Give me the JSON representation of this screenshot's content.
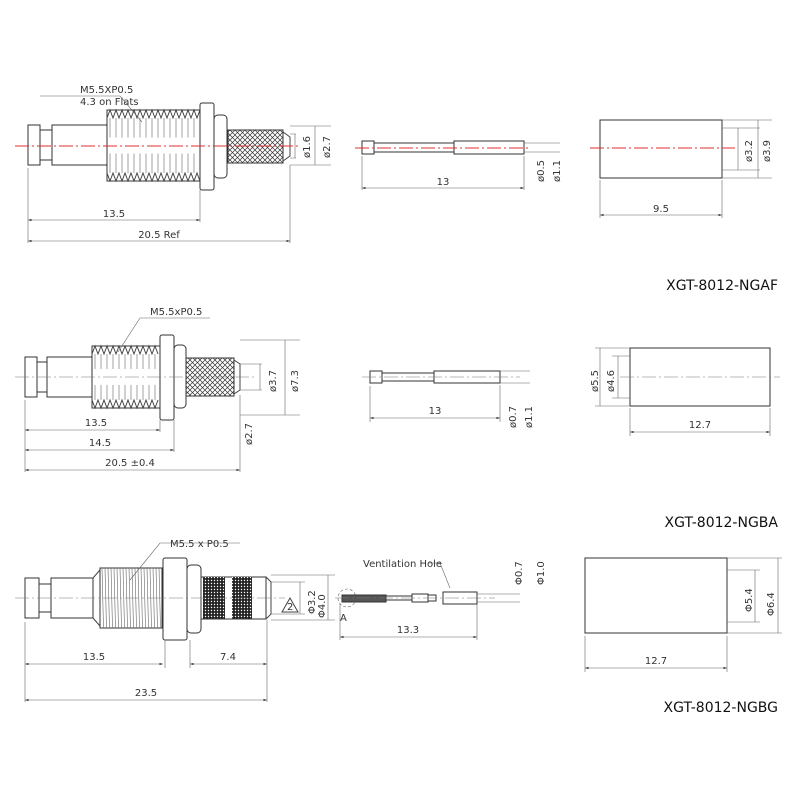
{
  "colors": {
    "centerline": "#e03030",
    "line": "#333333"
  },
  "rows": [
    {
      "part": "XGT-8012-NGAF",
      "connector": {
        "thread": "M5.5XP0.5",
        "flats": "4.3 on Flats",
        "d_inner": "ø1.6",
        "d_outer": "ø2.7",
        "len1": "13.5",
        "len2": "20.5  Ref"
      },
      "pin": {
        "len": "13",
        "d1": "ø0.5",
        "d2": "ø1.1"
      },
      "sleeve": {
        "len": "9.5",
        "d1": "ø3.2",
        "d2": "ø3.9"
      }
    },
    {
      "part": "XGT-8012-NGBA",
      "connector": {
        "thread": "M5.5xP0.5",
        "d_inner": "ø3.7",
        "d_outer": "ø7.3",
        "d_low": "ø2.7",
        "len1": "13.5",
        "len2": "14.5",
        "len3": "20.5 ±0.4"
      },
      "pin": {
        "len": "13",
        "d1": "ø0.7",
        "d2": "ø1.1"
      },
      "sleeve": {
        "len": "12.7",
        "d1": "ø5.5",
        "d2": "ø4.6"
      }
    },
    {
      "part": "XGT-8012-NGBG",
      "connector": {
        "thread": "M5.5 x P0.5",
        "d_inner": "Φ3.2",
        "d_outer": "Φ4.0",
        "note": "2",
        "len1": "13.5",
        "len2": "7.4",
        "len3": "23.5"
      },
      "pin": {
        "vent": "Ventilation Hole",
        "detail": "A",
        "len": "13.3",
        "d1": "Φ0.7",
        "d2": "Φ1.0"
      },
      "sleeve": {
        "len": "12.7",
        "d1": "Φ5.4",
        "d2": "Φ6.4"
      }
    }
  ]
}
